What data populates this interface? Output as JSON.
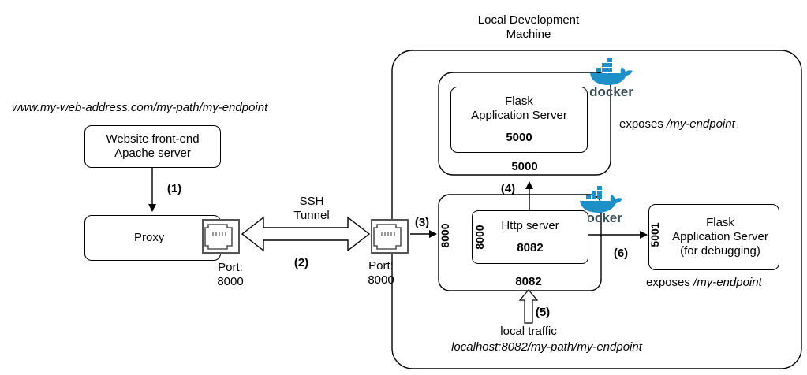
{
  "title": {
    "line1": "Local Development",
    "line2": "Machine"
  },
  "url_top": "www.my-web-address.com/my-path/my-endpoint",
  "frontend": {
    "line1": "Website front-end",
    "line2": "Apache server"
  },
  "step1": "(1)",
  "proxy": "Proxy",
  "port_left": {
    "line1": "Port:",
    "line2": "8000"
  },
  "ssh": {
    "line1": "SSH",
    "line2": "Tunnel"
  },
  "step2": "(2)",
  "port_right": {
    "line1": "Port:",
    "line2": "8000"
  },
  "step3": "(3)",
  "flask_top": {
    "line1": "Flask",
    "line2": "Application Server",
    "port_inner": "5000",
    "port_outer": "5000"
  },
  "exposes_top": {
    "prefix": "exposes ",
    "endpoint": "/my-endpoint"
  },
  "step4": "(4)",
  "http": {
    "label": "Http server",
    "port_inner": "8082",
    "port_outer": "8082",
    "side_inner": "8000",
    "side_outer": "8000"
  },
  "step6": "(6)",
  "flask_debug": {
    "line1": "Flask",
    "line2": "Application Server",
    "line3": "(for debugging)",
    "side_port": "5001"
  },
  "exposes_bottom": {
    "prefix": "exposes ",
    "endpoint": "/my-endpoint"
  },
  "step5": "(5)",
  "local_traffic": "local traffic",
  "localhost_url": "localhost:8082/my-path/my-endpoint",
  "docker_logo_text": "docker",
  "colors": {
    "docker_blue": "#1d91c7",
    "line": "#000000"
  }
}
